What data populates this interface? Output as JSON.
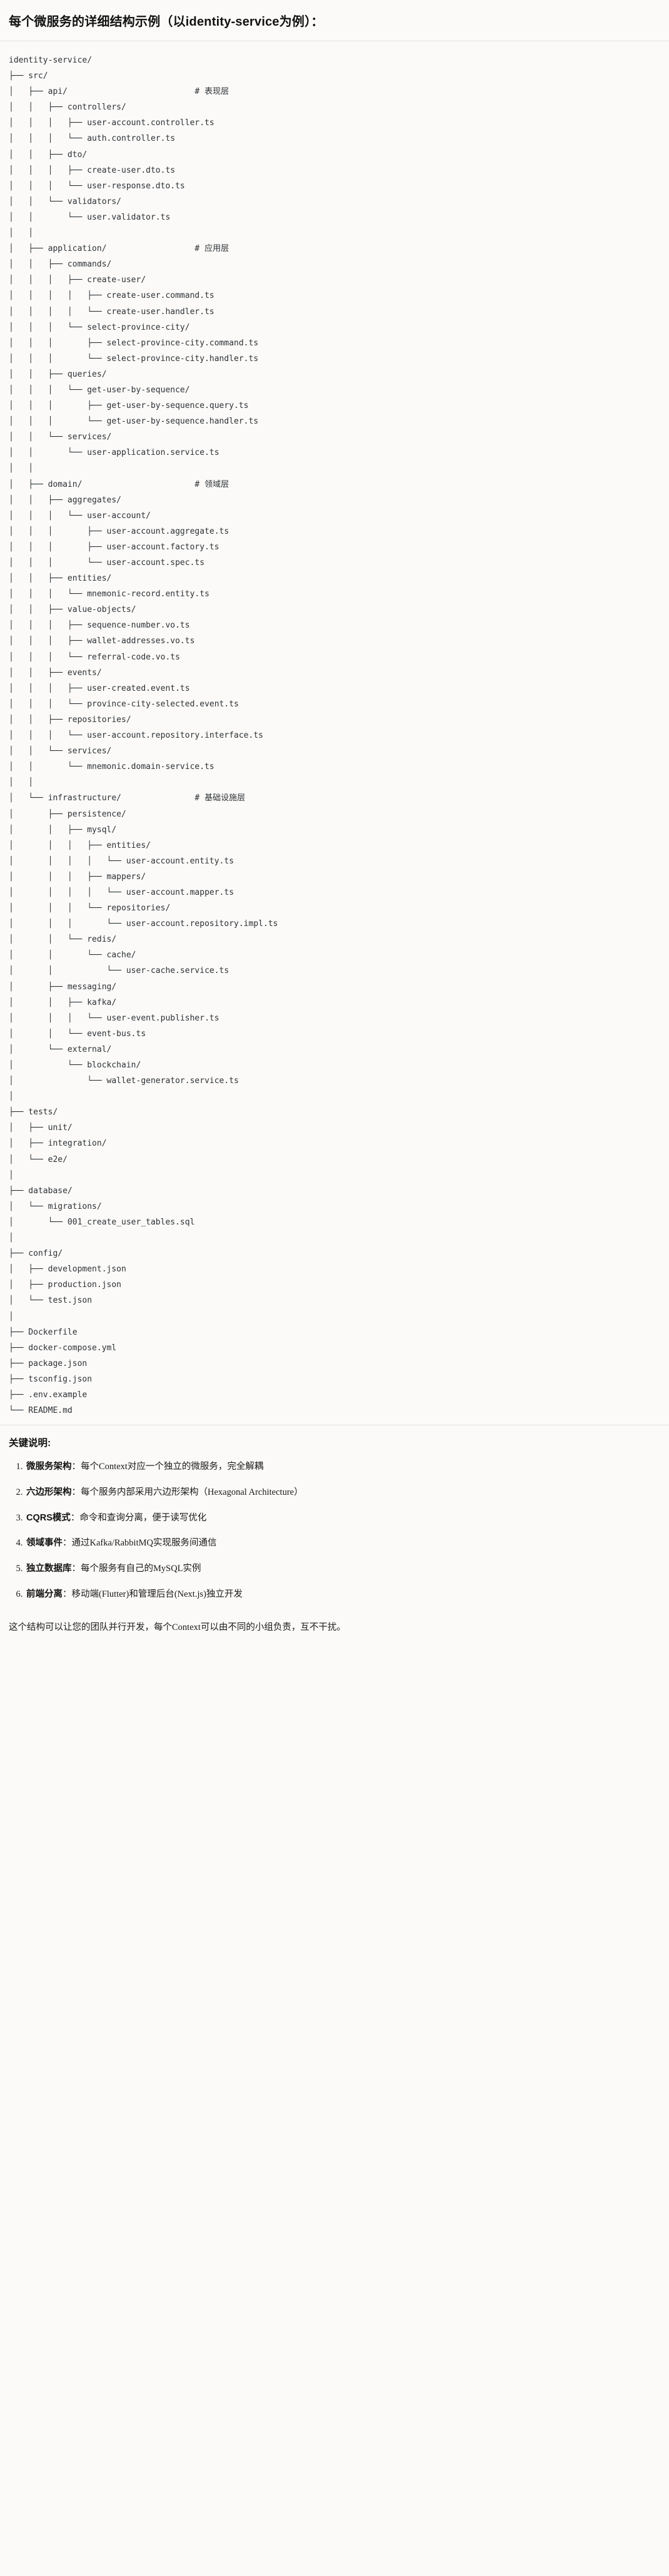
{
  "header": {
    "title": "每个微服务的详细结构示例（以identity-service为例）："
  },
  "tree": {
    "root": "identity-service/",
    "text": "identity-service/\n├── src/\n│   ├── api/                          # 表现层\n│   │   ├── controllers/\n│   │   │   ├── user-account.controller.ts\n│   │   │   └── auth.controller.ts\n│   │   ├── dto/\n│   │   │   ├── create-user.dto.ts\n│   │   │   └── user-response.dto.ts\n│   │   └── validators/\n│   │       └── user.validator.ts\n│   │\n│   ├── application/                  # 应用层\n│   │   ├── commands/\n│   │   │   ├── create-user/\n│   │   │   │   ├── create-user.command.ts\n│   │   │   │   └── create-user.handler.ts\n│   │   │   └── select-province-city/\n│   │   │       ├── select-province-city.command.ts\n│   │   │       └── select-province-city.handler.ts\n│   │   ├── queries/\n│   │   │   └── get-user-by-sequence/\n│   │   │       ├── get-user-by-sequence.query.ts\n│   │   │       └── get-user-by-sequence.handler.ts\n│   │   └── services/\n│   │       └── user-application.service.ts\n│   │\n│   ├── domain/                       # 领域层\n│   │   ├── aggregates/\n│   │   │   └── user-account/\n│   │   │       ├── user-account.aggregate.ts\n│   │   │       ├── user-account.factory.ts\n│   │   │       └── user-account.spec.ts\n│   │   ├── entities/\n│   │   │   └── mnemonic-record.entity.ts\n│   │   ├── value-objects/\n│   │   │   ├── sequence-number.vo.ts\n│   │   │   ├── wallet-addresses.vo.ts\n│   │   │   └── referral-code.vo.ts\n│   │   ├── events/\n│   │   │   ├── user-created.event.ts\n│   │   │   └── province-city-selected.event.ts\n│   │   ├── repositories/\n│   │   │   └── user-account.repository.interface.ts\n│   │   └── services/\n│   │       └── mnemonic.domain-service.ts\n│   │\n│   └── infrastructure/               # 基础设施层\n│       ├── persistence/\n│       │   ├── mysql/\n│       │   │   ├── entities/\n│       │   │   │   └── user-account.entity.ts\n│       │   │   ├── mappers/\n│       │   │   │   └── user-account.mapper.ts\n│       │   │   └── repositories/\n│       │   │       └── user-account.repository.impl.ts\n│       │   └── redis/\n│       │       └── cache/\n│       │           └── user-cache.service.ts\n│       ├── messaging/\n│       │   ├── kafka/\n│       │   │   └── user-event.publisher.ts\n│       │   └── event-bus.ts\n│       └── external/\n│           └── blockchain/\n│               └── wallet-generator.service.ts\n│\n├── tests/\n│   ├── unit/\n│   ├── integration/\n│   └── e2e/\n│\n├── database/\n│   └── migrations/\n│       └── 001_create_user_tables.sql\n│\n├── config/\n│   ├── development.json\n│   ├── production.json\n│   └── test.json\n│\n├── Dockerfile\n├── docker-compose.yml\n├── package.json\n├── tsconfig.json\n├── .env.example\n└── README.md"
  },
  "keys": {
    "heading": "关键说明:",
    "items": [
      {
        "label": "微服务架构",
        "text": "：每个Context对应一个独立的微服务，完全解耦"
      },
      {
        "label": "六边形架构",
        "text": "：每个服务内部采用六边形架构（Hexagonal Architecture）"
      },
      {
        "label": "CQRS模式",
        "text": "：命令和查询分离，便于读写优化"
      },
      {
        "label": "领域事件",
        "text": "：通过Kafka/RabbitMQ实现服务间通信"
      },
      {
        "label": "独立数据库",
        "text": "：每个服务有自己的MySQL实例"
      },
      {
        "label": "前端分离",
        "text": "：移动端(Flutter)和管理后台(Next.js)独立开发"
      }
    ]
  },
  "footer": {
    "text": "这个结构可以让您的团队并行开发，每个Context可以由不同的小组负责，互不干扰。"
  },
  "colors": {
    "background": "#fbfaf8",
    "text": "#1a1a1a",
    "tree_text": "#2d3136",
    "rule": "#e3e1dd"
  }
}
